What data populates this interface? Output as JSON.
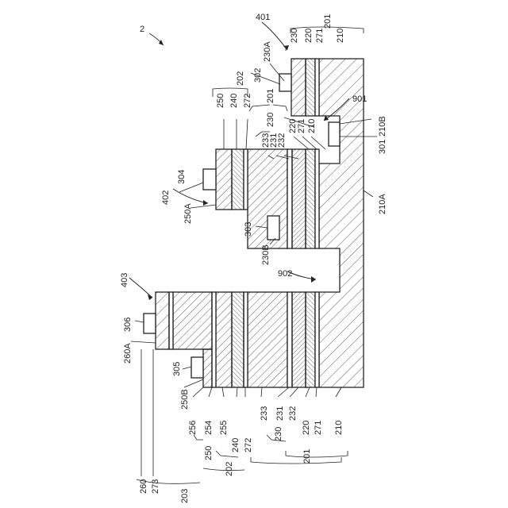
{
  "figure": {
    "ref": "2",
    "regions": {
      "r401": "401",
      "r402": "402",
      "r403": "403"
    },
    "openings": {
      "o901": "901",
      "o902": "902"
    },
    "electrodes": {
      "e301": "301",
      "e302": "302",
      "e303": "303",
      "e304": "304",
      "e305": "305",
      "e306": "306"
    },
    "callouts": {
      "c230A": "230A",
      "c210B": "210B",
      "c210A": "210A",
      "c250A": "250A",
      "c230B": "230B",
      "c260A": "260A",
      "c250B": "250B"
    },
    "top_right_stack": [
      "230",
      "220",
      "271",
      "210"
    ],
    "top_right_group": "201",
    "upper_stack": [
      "250",
      "240",
      "272"
    ],
    "upper_group_202": "202",
    "upper_group_201": "201",
    "upper_230": "230",
    "mid_stack": [
      "233",
      "231",
      "232",
      "220",
      "271",
      "210"
    ],
    "bottom_stack": [
      "256",
      "254",
      "255",
      "240",
      "272",
      "233",
      "231",
      "232",
      "220",
      "271",
      "210"
    ],
    "bottom_groups": {
      "g250": "250",
      "g230": "230",
      "g202": "202",
      "g201": "201",
      "g203": "203"
    },
    "bottom_extra": [
      "260",
      "273"
    ],
    "colors": {
      "line": "#222222",
      "hatch": "#333333",
      "background": "#ffffff"
    }
  }
}
